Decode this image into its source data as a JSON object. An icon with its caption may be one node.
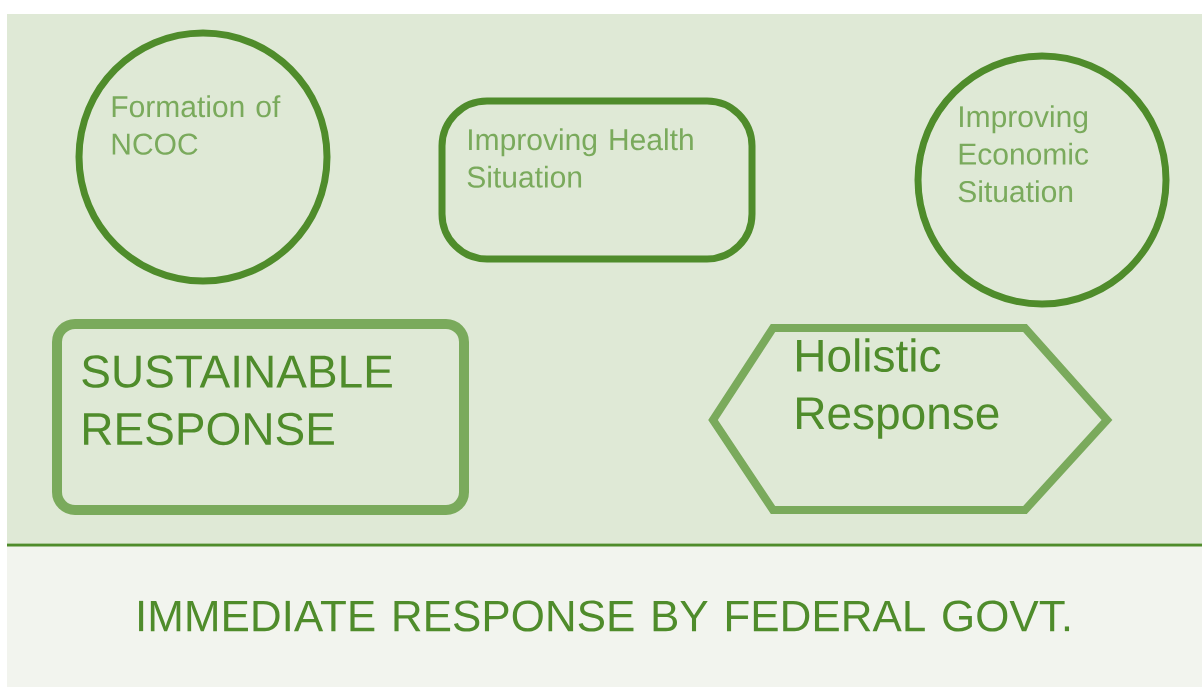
{
  "diagram": {
    "nodes": [
      {
        "text": [
          "Formation of NCOC"
        ]
      },
      {
        "text": [
          "Improving Health Situation"
        ]
      },
      {
        "text": [
          "Improving Economic Situation"
        ]
      },
      {
        "text": [
          "SUSTAINABLE RESPONSE"
        ]
      },
      {
        "text": [
          "Holistic Response"
        ]
      },
      {
        "text": [
          "IMMEDIATE RESPONSE BY FEDERAL GOVT."
        ]
      }
    ]
  }
}
